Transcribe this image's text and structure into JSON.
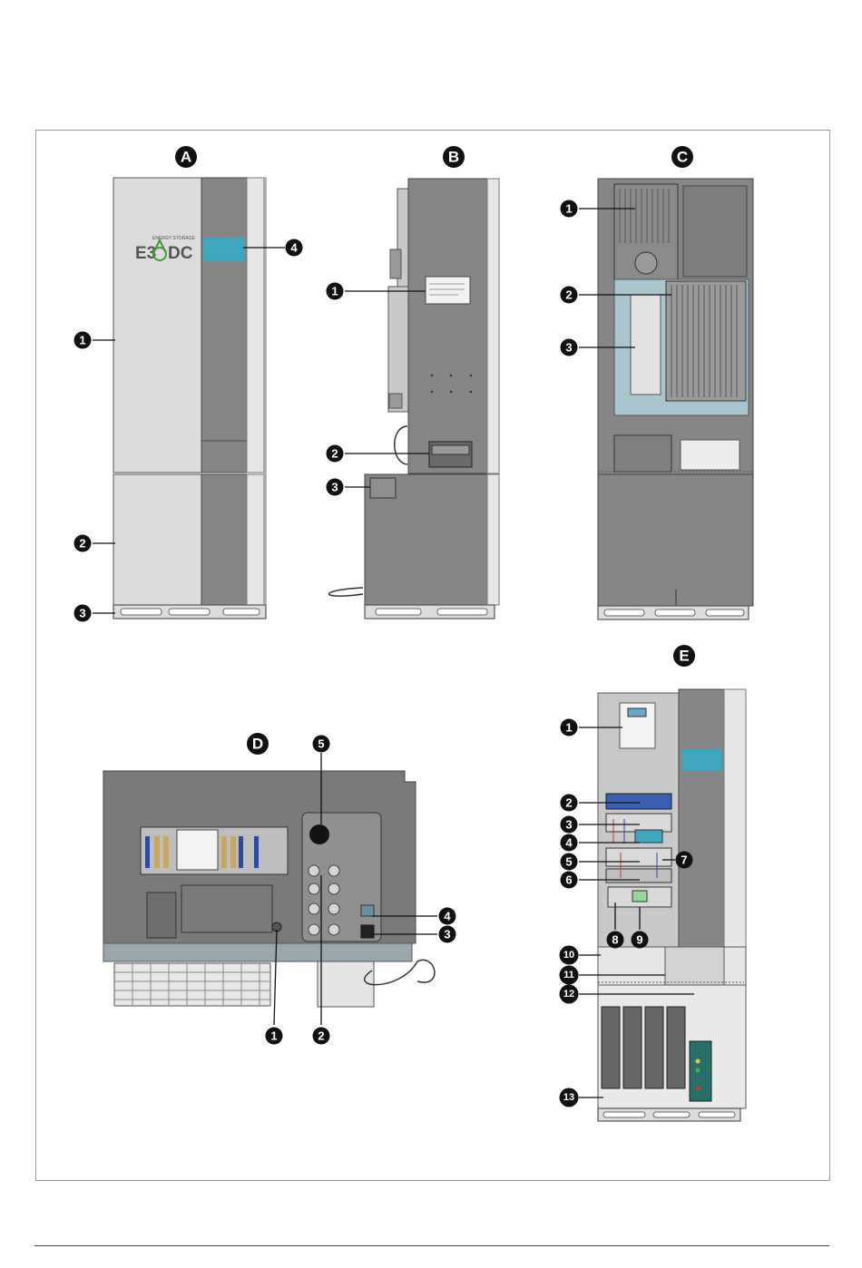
{
  "views": [
    {
      "id": "A",
      "label": "A",
      "callouts": [
        "1",
        "2",
        "3",
        "4"
      ]
    },
    {
      "id": "B",
      "label": "B",
      "callouts": [
        "1",
        "2",
        "3"
      ]
    },
    {
      "id": "C",
      "label": "C",
      "callouts": [
        "1",
        "2",
        "3"
      ]
    },
    {
      "id": "D",
      "label": "D",
      "callouts": [
        "1",
        "2",
        "3",
        "4",
        "5"
      ]
    },
    {
      "id": "E",
      "label": "E",
      "callouts": [
        "1",
        "2",
        "3",
        "4",
        "5",
        "6",
        "7",
        "8",
        "9",
        "10",
        "11",
        "12",
        "13"
      ]
    }
  ],
  "logo": {
    "brand_left": "E3",
    "brand_right": "DC",
    "tagline": "ENERGY STORAGE"
  },
  "colors": {
    "display_teal": "#3ea6bf",
    "housing_light": "#dcdcdc",
    "housing_dark": "#868686",
    "plate_blue": "#a9c6cf",
    "callout_fill": "#111111"
  }
}
